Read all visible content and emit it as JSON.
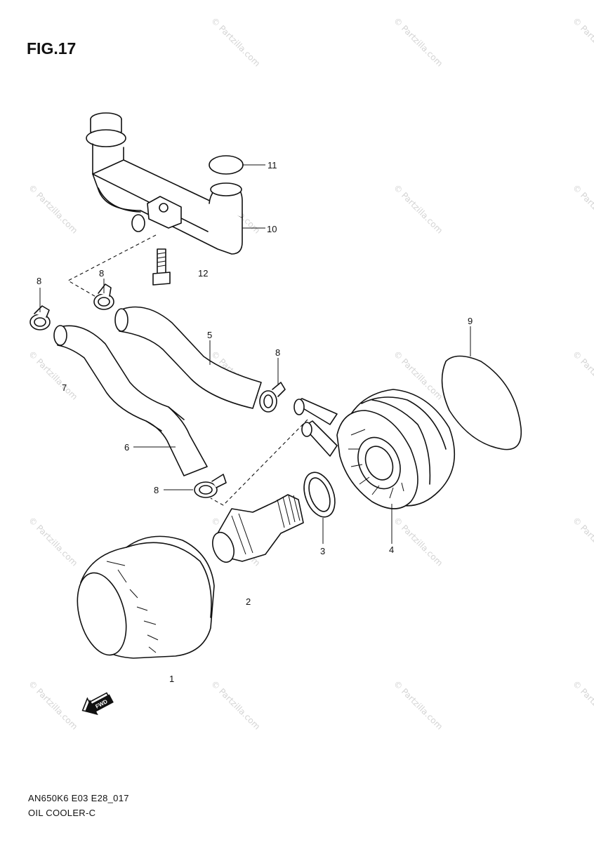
{
  "figure": {
    "title": "FIG.17",
    "code": "AN650K6 E03 E28_017",
    "name": "OIL COOLER-C"
  },
  "watermark": {
    "text": "© Partzilla.com",
    "color": "#d4d4d4"
  },
  "callouts": {
    "p1": "1",
    "p2": "2",
    "p3": "3",
    "p4": "4",
    "p5": "5",
    "p6": "6",
    "p7": "7",
    "p8a": "8",
    "p8b": "8",
    "p8c": "8",
    "p8d": "8",
    "p9": "9",
    "p10": "10",
    "p11": "11",
    "p12": "12"
  },
  "direction_arrow": {
    "label": "FWD"
  }
}
